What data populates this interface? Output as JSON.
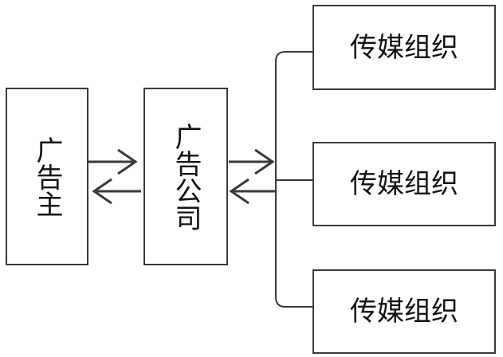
{
  "advertiser": {
    "label": "广告主"
  },
  "agency": {
    "label": "广告公司"
  },
  "media": [
    {
      "label": "传媒组织"
    },
    {
      "label": "传媒组织"
    },
    {
      "label": "传媒组织"
    }
  ],
  "colors": {
    "stroke": "#3a3a3a",
    "text": "#111111"
  }
}
